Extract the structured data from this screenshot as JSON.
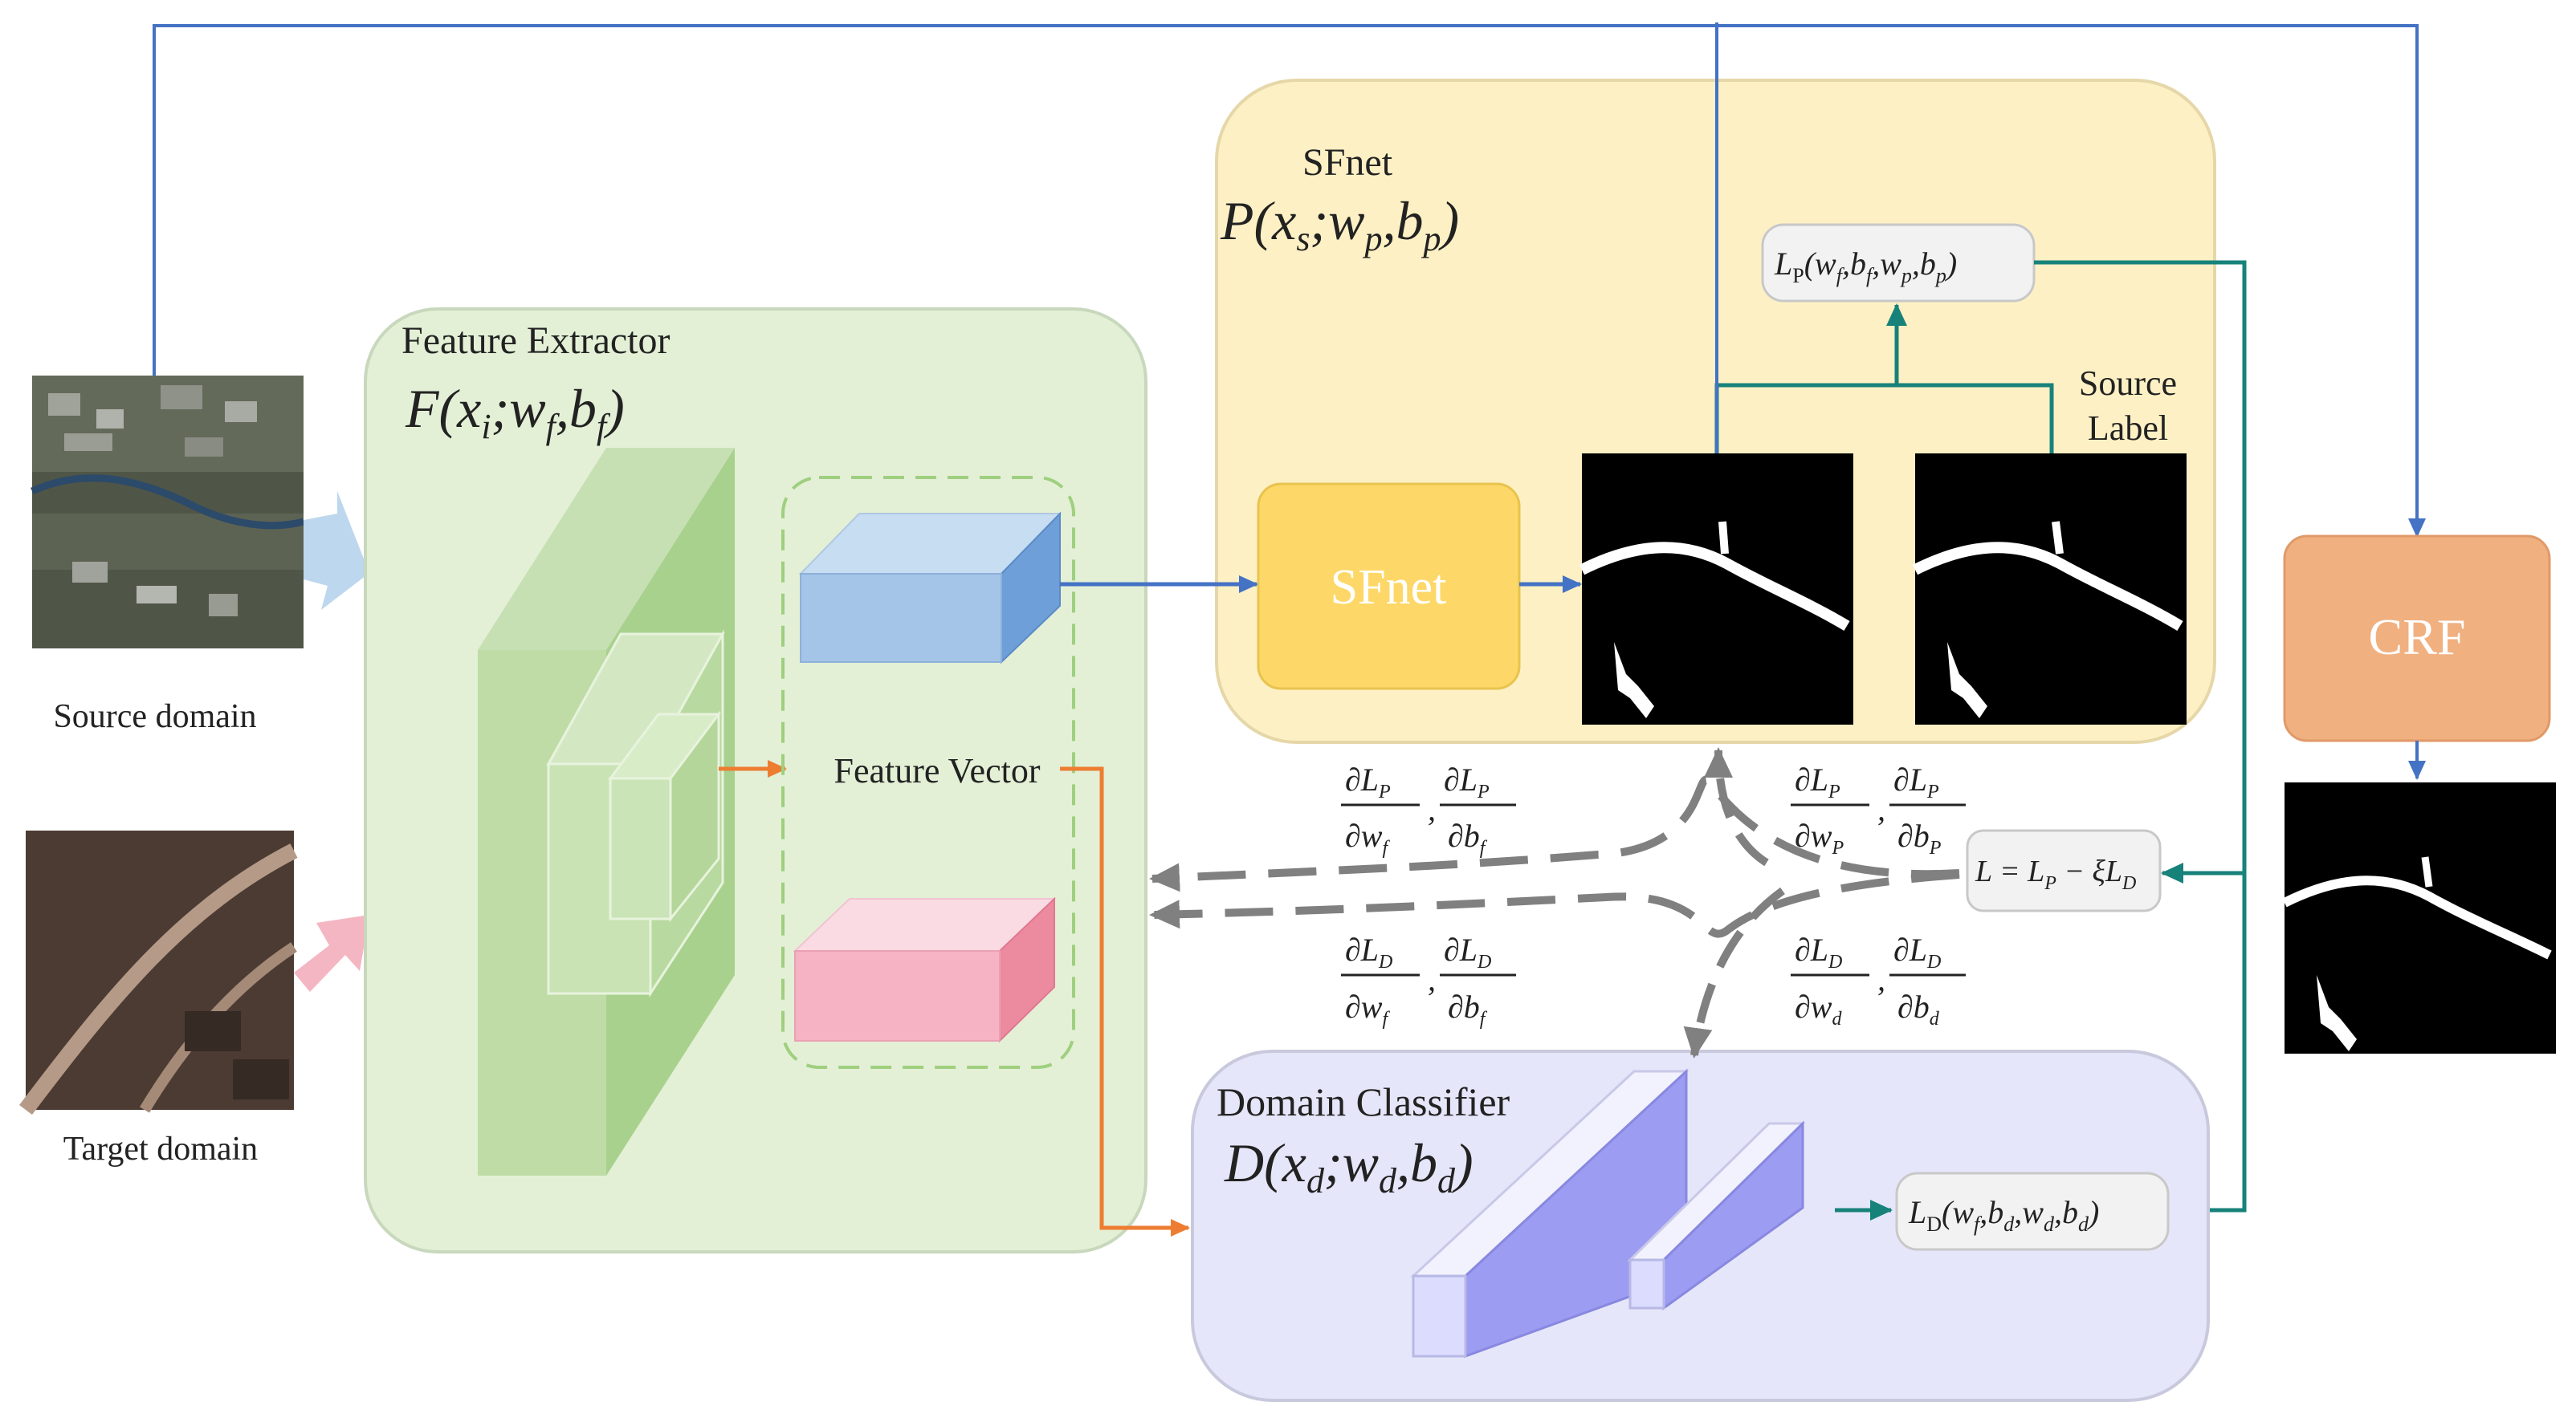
{
  "domain_labels": {
    "source": "Source domain",
    "target": "Target domain"
  },
  "feature_extractor": {
    "title": "Feature Extractor",
    "func": "F(x_i; w_f, b_f)"
  },
  "feature_vector": {
    "label": "Feature Vector"
  },
  "sfnet": {
    "title": "SFnet",
    "func": "P(x_s; w_p, b_p)",
    "block_label": "SFnet",
    "source_label": [
      "Source",
      "Label"
    ]
  },
  "losses": {
    "lp": "L_P(w_f, b_f, w_p, b_p)",
    "ld": "L_D(w_f, b_d, w_d, b_d)",
    "total": "L = L_P − ξL_D"
  },
  "gradients": {
    "left_p": "∂L_P/∂w_f, ∂L_P/∂b_f",
    "left_d": "∂L_D/∂w_f, ∂L_D/∂b_f",
    "right_p": "∂L_P/∂w_P, ∂L_P/∂b_P",
    "right_d": "∂L_D/∂w_d, ∂L_D/∂b_d"
  },
  "domain_classifier": {
    "title": "Domain Classifier",
    "func": "D(x_d; w_d, b_d)"
  },
  "crf": {
    "label": "CRF"
  },
  "colors": {
    "extractor_bg": "#e3f0d6",
    "sfnet_bg": "#fdf0c4",
    "classifier_bg": "#e6e6fa",
    "sfnet_block": "#fdd868",
    "crf_block": "#f0b080",
    "blue_arrow": "#4472c4",
    "orange_arrow": "#ed7d31",
    "teal_arrow": "#17827a",
    "gray_dash": "#808080"
  }
}
